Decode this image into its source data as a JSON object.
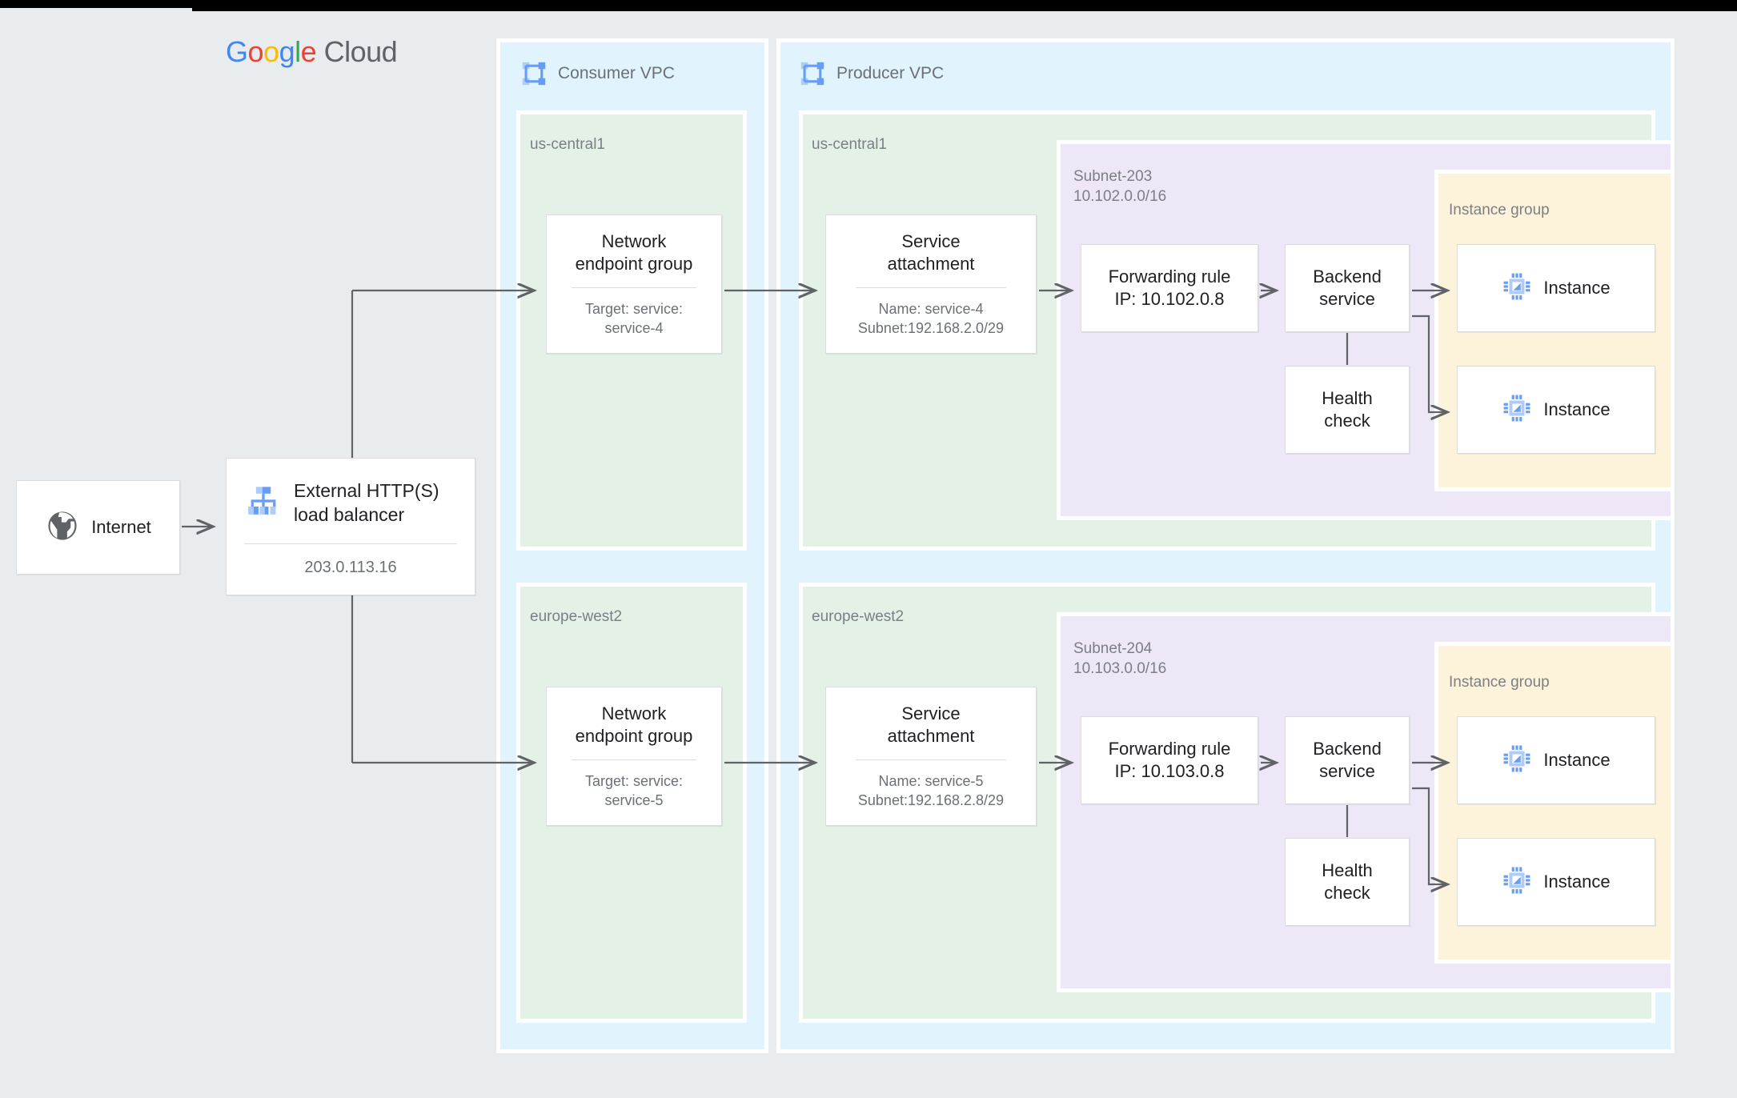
{
  "brand": {
    "logo_parts": [
      "G",
      "o",
      "o",
      "g",
      "l",
      "e",
      " Cloud"
    ],
    "logo_text": "Google Cloud",
    "colors": {
      "blue": "#4285F4",
      "red": "#EA4335",
      "yellow": "#FBBC05",
      "green": "#34A853",
      "grey": "#5F6368"
    }
  },
  "palette": {
    "page_background": "#e9ecee",
    "vpc_fill": "#e1f4fd",
    "region_fill": "#e3f1e7",
    "subnet_fill": "#ede7f7",
    "instance_group_fill": "#fdf3da",
    "card_fill": "#ffffff",
    "card_border": "#dadce0",
    "arrow": "#5f6368",
    "icon_blue": "#669df6",
    "icon_blue_light": "#aecbfa",
    "icon_grey": "#5f6368",
    "label_grey": "#7b7f85"
  },
  "external": {
    "internet": {
      "label": "Internet",
      "icon": "globe-icon"
    },
    "load_balancer": {
      "title": "External HTTP(S)\nload balancer",
      "ip": "203.0.113.16",
      "icon": "load-balancer-icon"
    }
  },
  "vpcs": [
    {
      "name": "Consumer VPC",
      "icon": "vpc-icon",
      "regions": [
        {
          "name": "us-central1",
          "nodes": [
            {
              "title": "Network\nendpoint group",
              "sub": "Target: service:\nservice-4"
            }
          ]
        },
        {
          "name": "europe-west2",
          "nodes": [
            {
              "title": "Network\nendpoint group",
              "sub": "Target: service:\nservice-5"
            }
          ]
        }
      ]
    },
    {
      "name": "Producer VPC",
      "icon": "vpc-icon",
      "regions": [
        {
          "name": "us-central1",
          "service_attachment": {
            "title": "Service\nattachment",
            "sub": "Name: service-4\nSubnet:192.168.2.0/29"
          },
          "subnet": {
            "name": "Subnet-203",
            "cidr": "10.102.0.0/16",
            "label": "Subnet-203\n10.102.0.0/16",
            "forwarding_rule": {
              "title": "Forwarding rule\nIP: 10.102.0.8"
            },
            "backend_service": {
              "title": "Backend\nservice"
            },
            "health_check": {
              "title": "Health\ncheck"
            },
            "instance_group": {
              "label": "Instance group",
              "instances": [
                {
                  "label": "Instance",
                  "icon": "cpu-instance-icon"
                },
                {
                  "label": "Instance",
                  "icon": "cpu-instance-icon"
                }
              ]
            }
          }
        },
        {
          "name": "europe-west2",
          "service_attachment": {
            "title": "Service\nattachment",
            "sub": "Name: service-5\nSubnet:192.168.2.8/29"
          },
          "subnet": {
            "name": "Subnet-204",
            "cidr": "10.103.0.0/16",
            "label": "Subnet-204\n10.103.0.0/16",
            "forwarding_rule": {
              "title": "Forwarding rule\nIP: 10.103.0.8"
            },
            "backend_service": {
              "title": "Backend\nservice"
            },
            "health_check": {
              "title": "Health\ncheck"
            },
            "instance_group": {
              "label": "Instance group",
              "instances": [
                {
                  "label": "Instance",
                  "icon": "cpu-instance-icon"
                },
                {
                  "label": "Instance",
                  "icon": "cpu-instance-icon"
                }
              ]
            }
          }
        }
      ]
    }
  ]
}
